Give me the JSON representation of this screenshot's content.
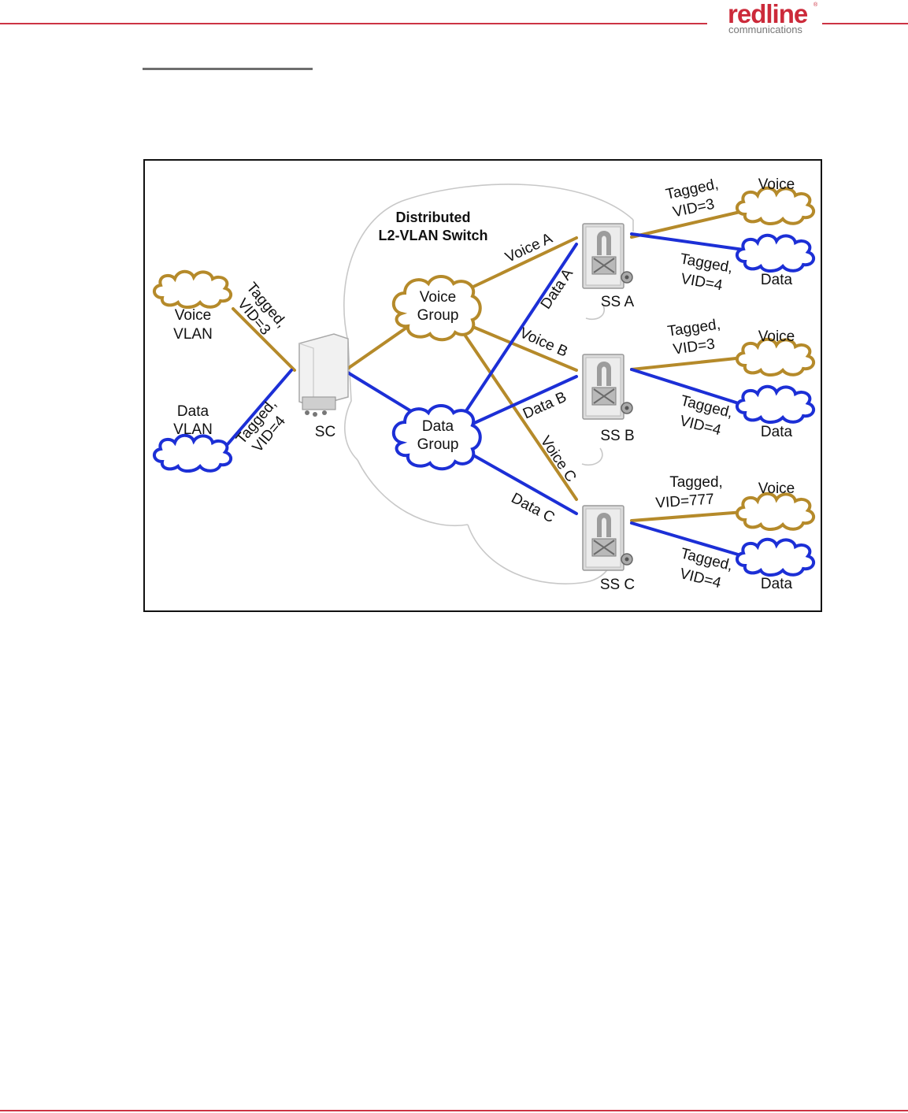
{
  "header": {
    "logo_word": "redline",
    "logo_sub": "communications",
    "colors": {
      "rule": "#cc3344",
      "brand": "#cc2a3a"
    }
  },
  "figure": {
    "colors": {
      "voice": "#b58a2a",
      "data": "#1c2fd6",
      "switch_outline": "#c8c8c8"
    },
    "switch": {
      "line1": "Distributed",
      "line2": "L2-VLAN Switch"
    },
    "left": {
      "voice_vlan": {
        "line1": "Voice",
        "line2": "VLAN",
        "tag1": "Tagged,",
        "tag2": "VID=3"
      },
      "data_vlan": {
        "line1": "Data",
        "line2": "VLAN",
        "tag1": "Tagged,",
        "tag2": "VID=4"
      }
    },
    "sc_label": "SC",
    "voice_group": {
      "line1": "Voice",
      "line2": "Group"
    },
    "data_group": {
      "line1": "Data",
      "line2": "Group"
    },
    "links": {
      "voice_a": "Voice A",
      "data_a": "Data A",
      "voice_b": "Voice B",
      "data_b": "Data B",
      "voice_c": "Voice C",
      "data_c": "Data C"
    },
    "subscribers": [
      {
        "label": "SS A",
        "voice_tag1": "Tagged,",
        "voice_tag2": "VID=3",
        "data_tag1": "Tagged,",
        "data_tag2": "VID=4",
        "voice_cloud": "Voice",
        "data_cloud": "Data"
      },
      {
        "label": "SS B",
        "voice_tag1": "Tagged,",
        "voice_tag2": "VID=3",
        "data_tag1": "Tagged,",
        "data_tag2": "VID=4",
        "voice_cloud": "Voice",
        "data_cloud": "Data"
      },
      {
        "label": "SS C",
        "voice_tag1": "Tagged,",
        "voice_tag2": "VID=777",
        "data_tag1": "Tagged,",
        "data_tag2": "VID=4",
        "voice_cloud": "Voice",
        "data_cloud": "Data"
      }
    ]
  }
}
